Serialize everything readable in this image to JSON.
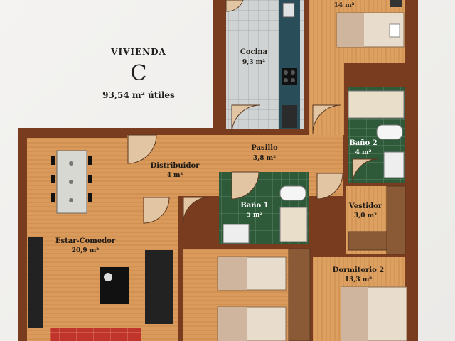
{
  "title": {
    "line1": "VIVIENDA",
    "letter": "C",
    "area": "93,54 m² útiles"
  },
  "rooms": {
    "cocina": {
      "name": "Cocina",
      "area": "9,3 m²"
    },
    "dorm_top": {
      "area": "14 m²"
    },
    "pasillo": {
      "name": "Pasillo",
      "area": "3,8 m²"
    },
    "distribuidor": {
      "name": "Distribuidor",
      "area": "4 m²"
    },
    "bano1": {
      "name": "Baño 1",
      "area": "5 m²"
    },
    "bano2": {
      "name": "Baño 2",
      "area": "4 m²"
    },
    "vestidor": {
      "name": "Vestidor",
      "area": "3,0 m²"
    },
    "estar": {
      "name": "Estar-Comedor",
      "area": "20,9 m²"
    },
    "dorm2": {
      "name": "Dormitorio 2",
      "area": "13,3 m²"
    }
  },
  "colors": {
    "wall": "#7a3c1f",
    "wood": "#d99a5b",
    "tile_green": "#2e5a3a",
    "kitchen": "#c8cccc"
  }
}
